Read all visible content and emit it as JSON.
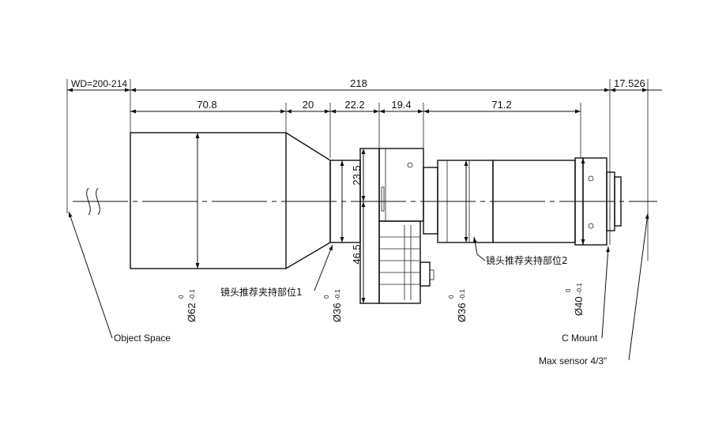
{
  "dimensions": {
    "wd": "WD=200-214",
    "total_length": "218",
    "sensor_distance": "17.526",
    "seg_front": "70.8",
    "seg_taper": "20",
    "seg_clamp": "22.2",
    "seg_body": "19.4",
    "seg_rear": "71.2",
    "upper_height": "23.5",
    "lower_height": "46.5"
  },
  "diameters": {
    "d62": {
      "main": "Ø62",
      "tol_upper": "0",
      "tol_lower": "-0.1"
    },
    "d36a": {
      "main": "Ø36",
      "tol_upper": "0",
      "tol_lower": "-0.1"
    },
    "d36b": {
      "main": "Ø36",
      "tol_upper": "0",
      "tol_lower": "-0.1"
    },
    "d40": {
      "main": "Ø40",
      "tol_upper": "0",
      "tol_lower": "-0.1"
    }
  },
  "labels": {
    "clamp1": "镜头推荐夹持部位1",
    "clamp2": "镜头推荐夹持部位2",
    "object_space": "Object Space",
    "c_mount": "C Mount",
    "max_sensor": "Max sensor 4/3\""
  }
}
